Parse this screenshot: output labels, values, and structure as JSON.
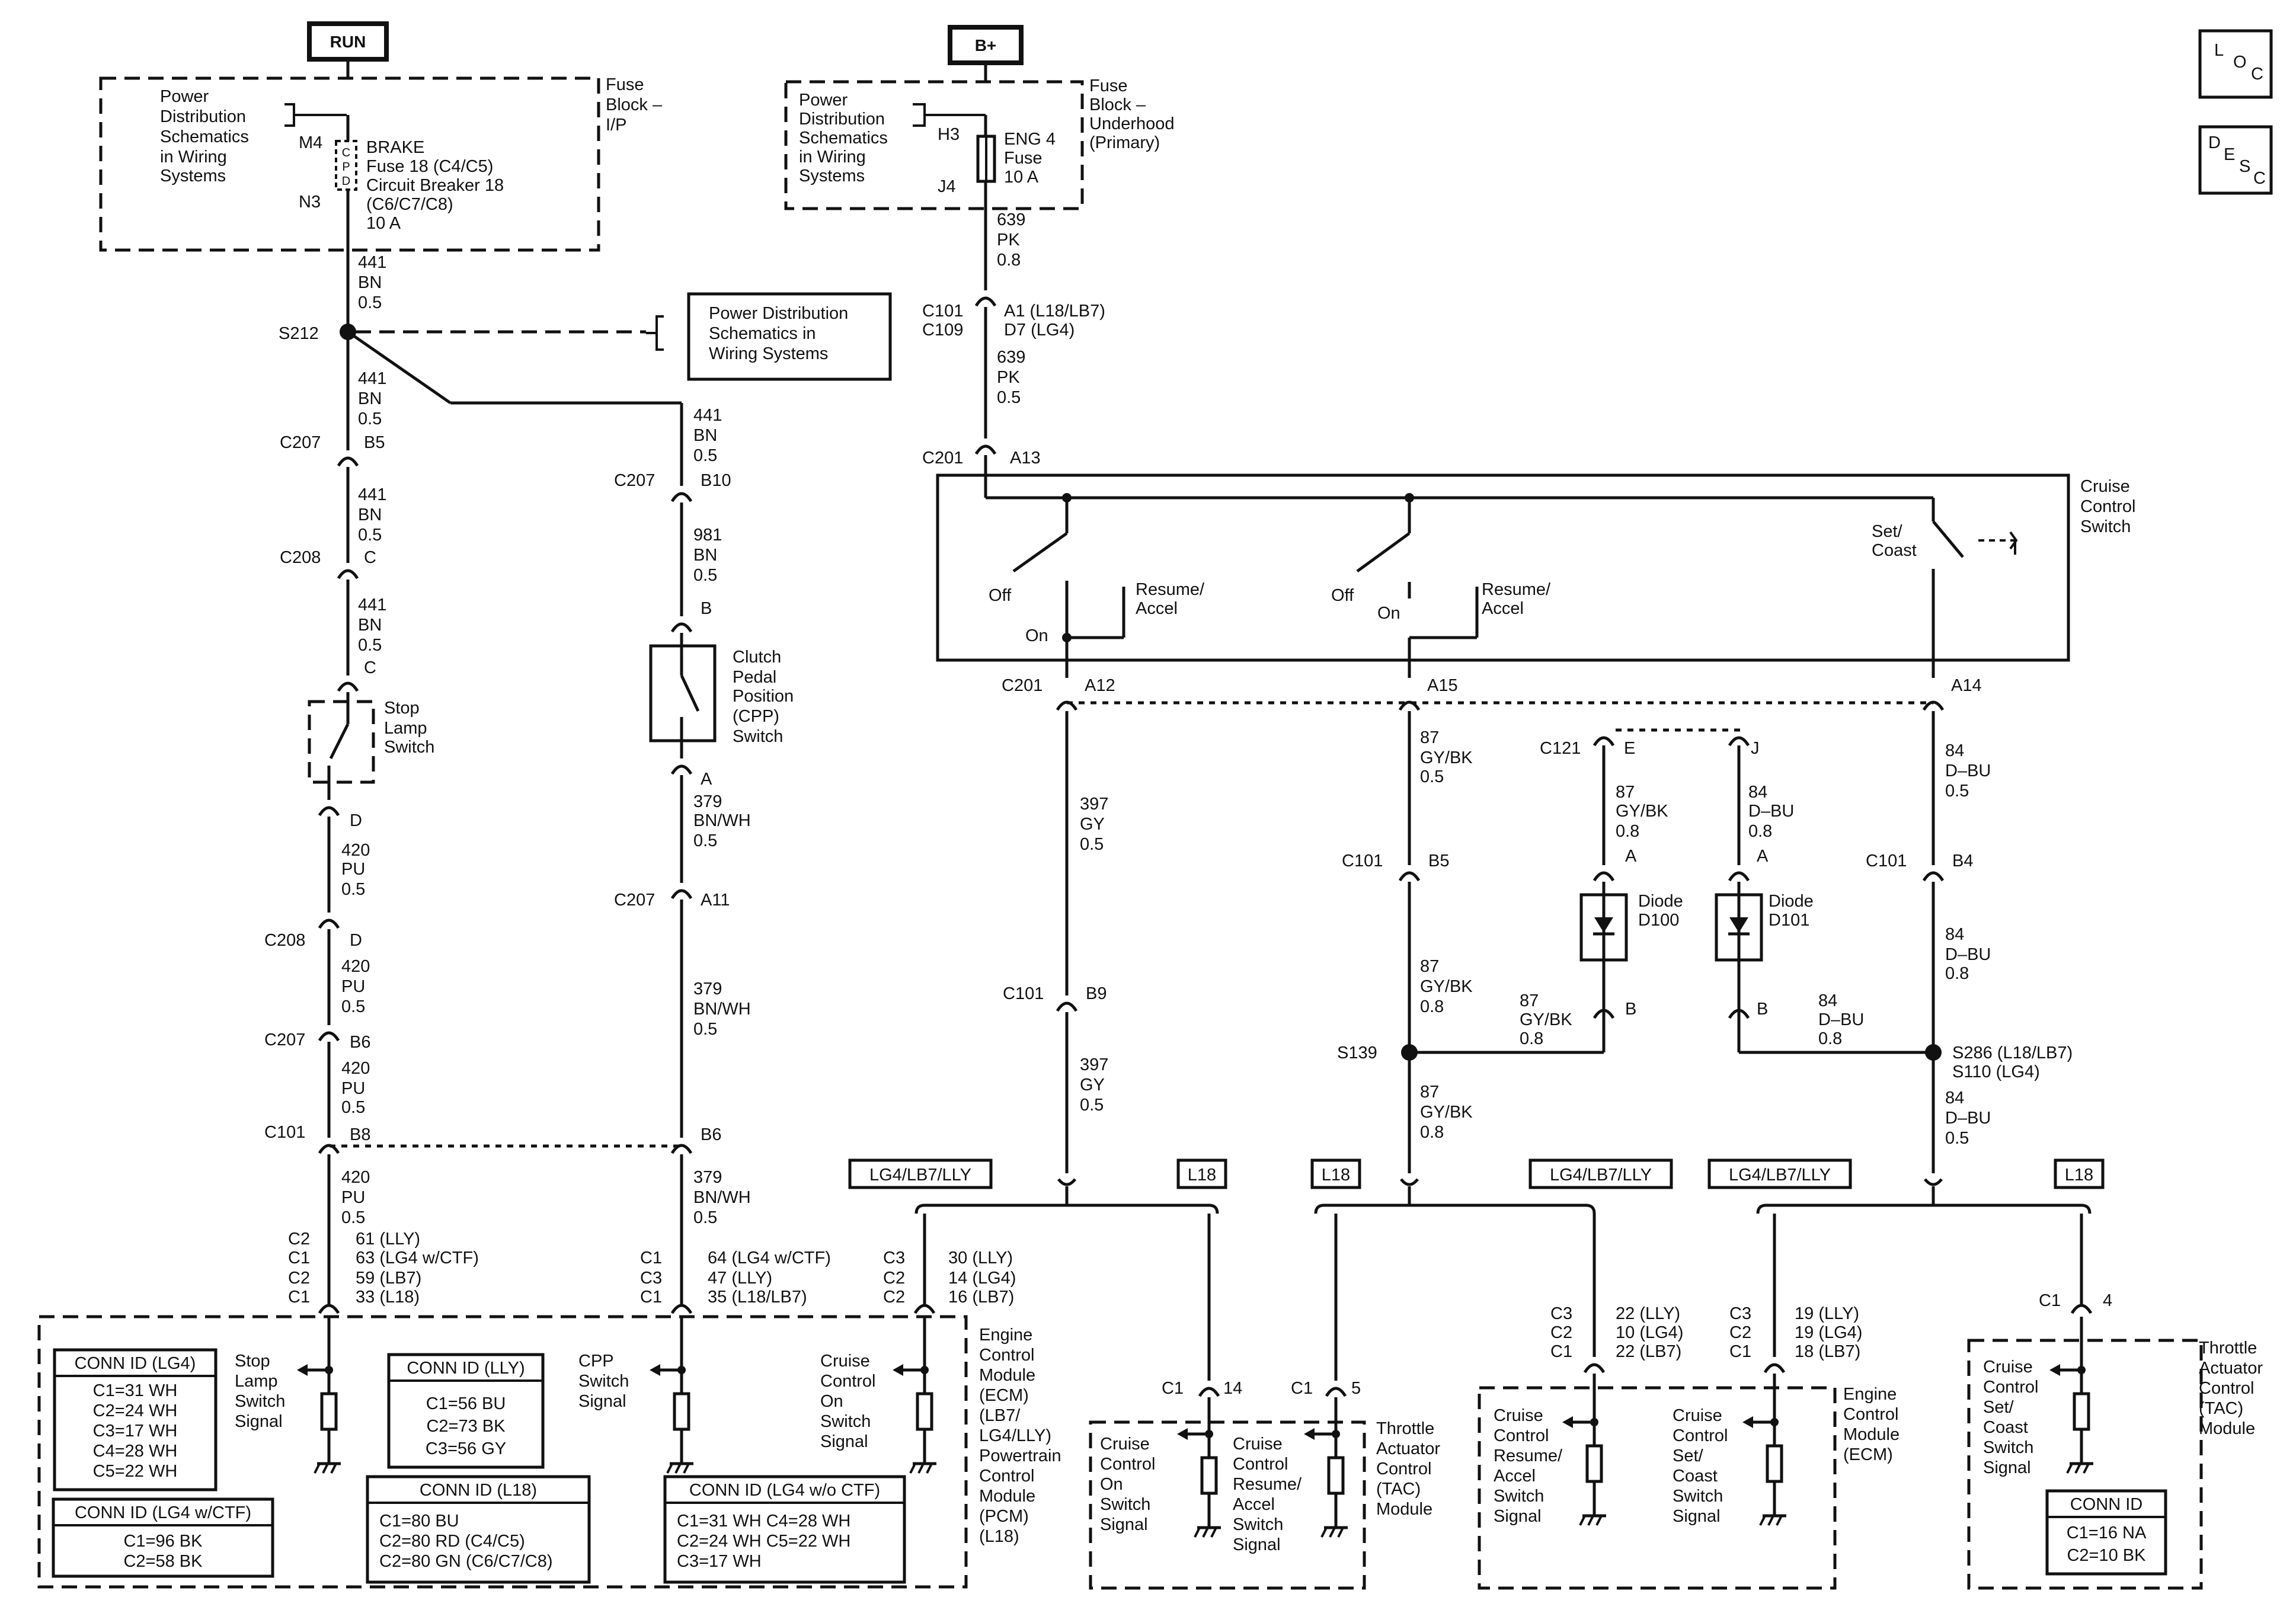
{
  "power_sources": {
    "run": "RUN",
    "bplus": "B+"
  },
  "corner_icons": {
    "loc": [
      "L",
      "O",
      "C"
    ],
    "desc": [
      "D",
      "E",
      "S",
      "C"
    ]
  },
  "fuse_block_ip": {
    "left_lines": [
      "Power",
      "Distribution",
      "Schematics",
      "in Wiring",
      "Systems"
    ],
    "pins": [
      "M4",
      "N3"
    ],
    "cpd": [
      "C",
      "P",
      "D"
    ],
    "fuse_lines": [
      "BRAKE",
      "Fuse 18 (C4/C5)",
      "Circuit Breaker 18",
      "(C6/C7/C8)",
      "10 A"
    ],
    "title": [
      "Fuse",
      "Block –",
      "I/P"
    ]
  },
  "fuse_block_uh": {
    "left_lines": [
      "Power",
      "Distribution",
      "Schematics",
      "in Wiring",
      "Systems"
    ],
    "pins": [
      "H3",
      "J4"
    ],
    "fuse_lines": [
      "ENG 4",
      "Fuse",
      "10 A"
    ],
    "title": [
      "Fuse",
      "Block –",
      "Underhood",
      "(Primary)"
    ]
  },
  "splice_ref_box": [
    "Power Distribution",
    "Schematics in",
    "Wiring Systems"
  ],
  "wire_labels": {
    "w441a": [
      "441",
      "BN",
      "0.5"
    ],
    "w441b": [
      "441",
      "BN",
      "0.5"
    ],
    "w441c": [
      "441",
      "BN",
      "0.5"
    ],
    "w441d": [
      "441",
      "BN",
      "0.5"
    ],
    "w441e": [
      "441",
      "BN",
      "0.5"
    ],
    "w420a": [
      "420",
      "PU",
      "0.5"
    ],
    "w420b": [
      "420",
      "PU",
      "0.5"
    ],
    "w420c": [
      "420",
      "PU",
      "0.5"
    ],
    "w420d": [
      "420",
      "PU",
      "0.5"
    ],
    "w981": [
      "981",
      "BN",
      "0.5"
    ],
    "w379a": [
      "379",
      "BN/WH",
      "0.5"
    ],
    "w379b": [
      "379",
      "BN/WH",
      "0.5"
    ],
    "w379c": [
      "379",
      "BN/WH",
      "0.5"
    ],
    "w639a": [
      "639",
      "PK",
      "0.8"
    ],
    "w639b": [
      "639",
      "PK",
      "0.5"
    ],
    "w397a": [
      "397",
      "GY",
      "0.5"
    ],
    "w397b": [
      "397",
      "GY",
      "0.5"
    ],
    "w87a": [
      "87",
      "GY/BK",
      "0.5"
    ],
    "w87b": [
      "87",
      "GY/BK",
      "0.8"
    ],
    "w87c": [
      "87",
      "GY/BK",
      "0.8"
    ],
    "w87d": [
      "87",
      "GY/BK",
      "0.8"
    ],
    "w87e": [
      "87",
      "GY/BK",
      "0.8"
    ],
    "w84a": [
      "84",
      "D–BU",
      "0.5"
    ],
    "w84b": [
      "84",
      "D–BU",
      "0.8"
    ],
    "w84c": [
      "84",
      "D–BU",
      "0.8"
    ],
    "w84d": [
      "84",
      "D–BU",
      "0.8"
    ],
    "w84e": [
      "84",
      "D–BU",
      "0.5"
    ]
  },
  "connectors": {
    "s212": "S212",
    "c207_b5": [
      "C207",
      "B5"
    ],
    "c208_c1": [
      "C208",
      "C"
    ],
    "c208_c2": "C",
    "c207_b10": [
      "C207",
      "B10"
    ],
    "cpp_b": "B",
    "cpp_a": "A",
    "c207_a11": [
      "C207",
      "A11"
    ],
    "stop_d": "D",
    "c208_d": [
      "C208",
      "D"
    ],
    "c207_b6": [
      "C207",
      "B6"
    ],
    "c101_b8": [
      "C101",
      "B8"
    ],
    "c101_b6": "B6",
    "c101_c109": [
      "C101",
      "C109"
    ],
    "c101_c109_pins": [
      "A1 (L18/LB7)",
      "D7 (LG4)"
    ],
    "c201_a13": [
      "C201",
      "A13"
    ],
    "c201_a12": [
      "C201",
      "A12"
    ],
    "a15": "A15",
    "a14": "A14",
    "c121": [
      "C121",
      "E",
      "J"
    ],
    "diode_pins": [
      "A",
      "B",
      "A",
      "B"
    ],
    "c101_b9": [
      "C101",
      "B9"
    ],
    "c101_b5": [
      "C101",
      "B5"
    ],
    "c101_b4": [
      "C101",
      "B4"
    ],
    "s139": "S139",
    "s286": [
      "S286 (L18/LB7)",
      "S110 (LG4)"
    ]
  },
  "cruise_switch": {
    "title": [
      "Cruise",
      "Control",
      "Switch"
    ],
    "off1": "Off",
    "on1": "On",
    "resume1": [
      "Resume/",
      "Accel"
    ],
    "off2": "Off",
    "on2": "On",
    "resume2": [
      "Resume/",
      "Accel"
    ],
    "set": [
      "Set/",
      "Coast"
    ]
  },
  "components": {
    "stop_lamp": [
      "Stop",
      "Lamp",
      "Switch"
    ],
    "cpp": [
      "Clutch",
      "Pedal",
      "Position",
      "(CPP)",
      "Switch"
    ],
    "diode_d100": [
      "Diode",
      "D100"
    ],
    "diode_d101": [
      "Diode",
      "D101"
    ]
  },
  "option_tags": [
    "LG4/LB7/LLY",
    "L18",
    "L18",
    "LG4/LB7/LLY",
    "LG4/LB7/LLY",
    "L18"
  ],
  "ecm_pins": {
    "stop": {
      "conn": [
        "C2",
        "C1",
        "C2",
        "C1"
      ],
      "pins": [
        "61 (LLY)",
        "63 (LG4 w/CTF)",
        "59 (LB7)",
        "33 (L18)"
      ]
    },
    "cpp": {
      "conn": [
        "C1",
        "C3",
        "C1"
      ],
      "pins": [
        "64 (LG4 w/CTF)",
        "47 (LLY)",
        "35 (L18/LB7)"
      ]
    },
    "on": {
      "conn": [
        "C3",
        "C2",
        "C2"
      ],
      "pins": [
        "30 (LLY)",
        "14 (LG4)",
        "16 (LB7)"
      ]
    },
    "tac1": {
      "conn": "C1",
      "pin": "14"
    },
    "tac2": {
      "conn": "C1",
      "pin": "5"
    },
    "resume": {
      "conn": [
        "C3",
        "C2",
        "C1"
      ],
      "pins": [
        "22 (LLY)",
        "10 (LG4)",
        "22 (LB7)"
      ]
    },
    "set": {
      "conn": [
        "C3",
        "C2",
        "C1"
      ],
      "pins": [
        "19 (LLY)",
        "19 (LG4)",
        "18 (LB7)"
      ]
    },
    "tac3": {
      "conn": "C1",
      "pin": "4"
    }
  },
  "signals": {
    "stop": [
      "Stop",
      "Lamp",
      "Switch",
      "Signal"
    ],
    "cpp": [
      "CPP",
      "Switch",
      "Signal"
    ],
    "on": [
      "Cruise",
      "Control",
      "On",
      "Switch",
      "Signal"
    ],
    "tac_on": [
      "Cruise",
      "Control",
      "On",
      "Switch",
      "Signal"
    ],
    "tac_resume": [
      "Cruise",
      "Control",
      "Resume/",
      "Accel",
      "Switch",
      "Signal"
    ],
    "ecm_resume": [
      "Cruise",
      "Control",
      "Resume/",
      "Accel",
      "Switch",
      "Signal"
    ],
    "ecm_set": [
      "Cruise",
      "Control",
      "Set/",
      "Coast",
      "Switch",
      "Signal"
    ],
    "tac_set": [
      "Cruise",
      "Control",
      "Set/",
      "Coast",
      "Switch",
      "Signal"
    ]
  },
  "modules": {
    "ecm_pcm": [
      "Engine",
      "Control",
      "Module",
      "(ECM)",
      "(LB7/",
      "LG4/LLY)",
      "Powertrain",
      "Control",
      "Module",
      "(PCM)",
      "(L18)"
    ],
    "tac_mid": [
      "Throttle",
      "Actuator",
      "Control",
      "(TAC)",
      "Module"
    ],
    "ecm_right": [
      "Engine",
      "Control",
      "Module",
      "(ECM)"
    ],
    "tac_right": [
      "Throttle",
      "Actuator",
      "Control",
      "(TAC)",
      "Module"
    ]
  },
  "conn_id_tables": {
    "lg4": {
      "title": "CONN ID (LG4)",
      "rows": [
        "C1=31 WH",
        "C2=24 WH",
        "C3=17 WH",
        "C4=28 WH",
        "C5=22 WH"
      ]
    },
    "lg4_ctf": {
      "title": "CONN ID (LG4 w/CTF)",
      "rows": [
        "C1=96 BK",
        "C2=58 BK"
      ]
    },
    "lly": {
      "title": "CONN ID (LLY)",
      "rows": [
        "C1=56 BU",
        "C2=73 BK",
        "C3=56 GY"
      ]
    },
    "l18": {
      "title": "CONN ID (L18)",
      "rows": [
        "C1=80 BU",
        "C2=80 RD (C4/C5)",
        "C2=80 GN (C6/C7/C8)"
      ]
    },
    "lg4_noctf": {
      "title": "CONN ID (LG4 w/o CTF)",
      "rows": [
        "C1=31 WH  C4=28 WH",
        "C2=24 WH  C5=22 WH",
        "C3=17 WH"
      ]
    },
    "tac": {
      "title": "CONN ID",
      "rows": [
        "C1=16 NA",
        "C2=10 BK"
      ]
    }
  }
}
